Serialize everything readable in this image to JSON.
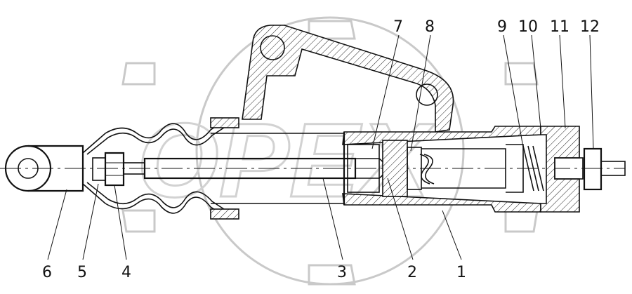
{
  "diagram": {
    "watermark_text": "OPEX",
    "callouts": [
      {
        "id": "c1",
        "label": "1"
      },
      {
        "id": "c2",
        "label": "2"
      },
      {
        "id": "c3",
        "label": "3"
      },
      {
        "id": "c4",
        "label": "4"
      },
      {
        "id": "c5",
        "label": "5"
      },
      {
        "id": "c6",
        "label": "6"
      },
      {
        "id": "c7",
        "label": "7"
      },
      {
        "id": "c8",
        "label": "8"
      },
      {
        "id": "c9",
        "label": "9"
      },
      {
        "id": "c10",
        "label": "10"
      },
      {
        "id": "c11",
        "label": "11"
      },
      {
        "id": "c12",
        "label": "12"
      }
    ]
  }
}
